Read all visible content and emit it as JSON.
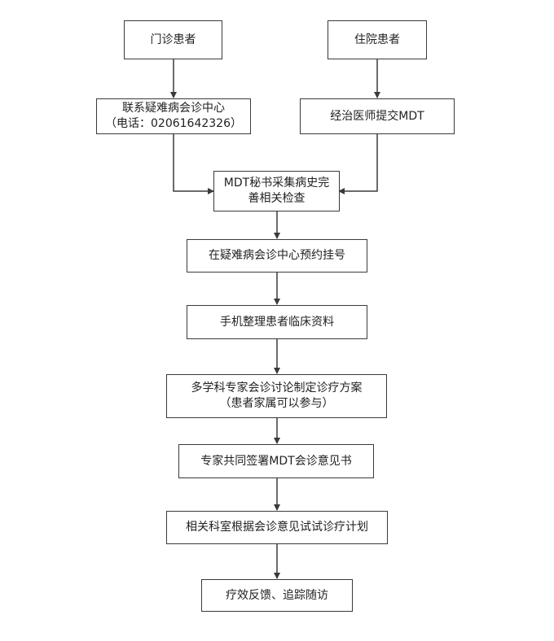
{
  "nodes": {
    "outpatient": {
      "lines": [
        "门诊患者"
      ]
    },
    "inpatient": {
      "lines": [
        "住院患者"
      ]
    },
    "contact_center": {
      "lines": [
        "联系疑难病会诊中心",
        "（电话：02061642326）"
      ]
    },
    "doctor_submit": {
      "lines": [
        "经治医师提交MDT"
      ]
    },
    "secretary_collect": {
      "lines": [
        "MDT秘书采集病史完",
        "善相关检查"
      ]
    },
    "register": {
      "lines": [
        "在疑难病会诊中心预约挂号"
      ]
    },
    "organize_data": {
      "lines": [
        "手机整理患者临床资料"
      ]
    },
    "discussion": {
      "lines": [
        "多学科专家会诊讨论制定诊疗方案",
        "（患者家属可以参与）"
      ]
    },
    "sign_opinion": {
      "lines": [
        "专家共同签署MDT会诊意见书"
      ]
    },
    "treatment_plan": {
      "lines": [
        "相关科室根据会诊意见试试诊疗计划"
      ]
    },
    "followup": {
      "lines": [
        "疗效反馈、追踪随访"
      ]
    }
  },
  "colors": {
    "line": "#3a3a3a",
    "border": "#3a3a3a",
    "text": "#222222",
    "background": "#ffffff"
  }
}
